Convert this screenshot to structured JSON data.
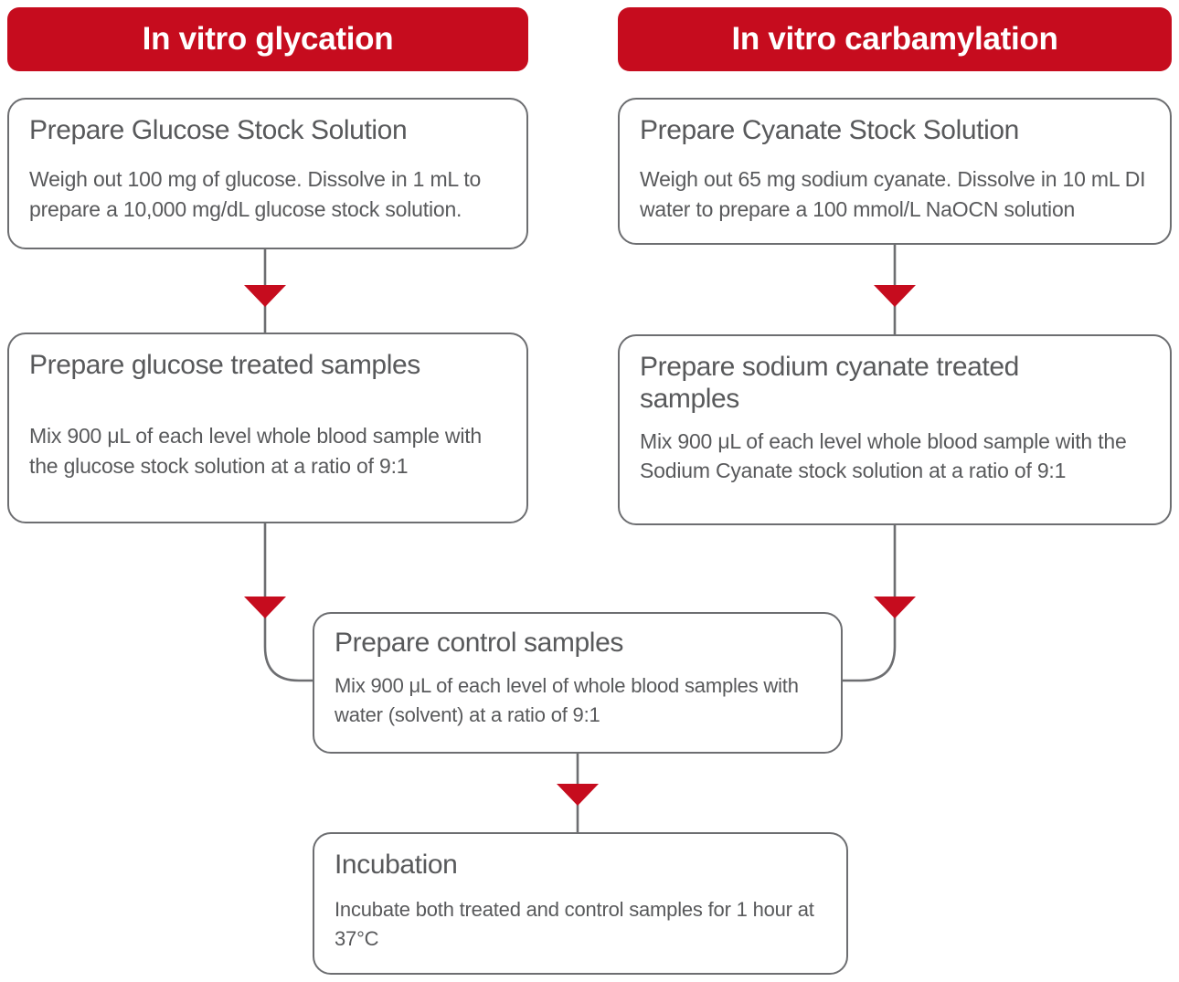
{
  "palette": {
    "red": "#C60C1E",
    "line_gray": "#6D6E71",
    "text_gray": "#58595B",
    "white": "#FFFFFF"
  },
  "flow": {
    "glycation": {
      "header": "In vitro glycation",
      "steps": [
        {
          "title": "Prepare Glucose Stock Solution",
          "body": "Weigh out 100 mg of glucose. Dissolve in 1 mL to prepare a 10,000 mg/dL glucose stock solution."
        },
        {
          "title": "Prepare glucose treated samples",
          "body": "Mix 900 μL of each level whole blood sample with the glucose stock solution at a ratio of 9:1"
        }
      ]
    },
    "carbamylation": {
      "header": "In vitro carbamylation",
      "steps": [
        {
          "title": "Prepare Cyanate Stock Solution",
          "body": "Weigh out 65 mg sodium cyanate. Dissolve in 10 mL DI water to prepare a 100 mmol/L NaOCN solution"
        },
        {
          "title": "Prepare sodium cyanate treated samples",
          "body": "Mix 900 μL of each level whole blood sample with the Sodium Cyanate stock solution at a ratio of 9:1"
        }
      ]
    },
    "shared": [
      {
        "title": "Prepare control samples",
        "body": "Mix 900 μL of each level of whole blood samples with water (solvent) at a ratio of 9:1"
      },
      {
        "title": "Incubation",
        "body": "Incubate both treated and control samples for 1 hour at 37°C"
      }
    ]
  }
}
